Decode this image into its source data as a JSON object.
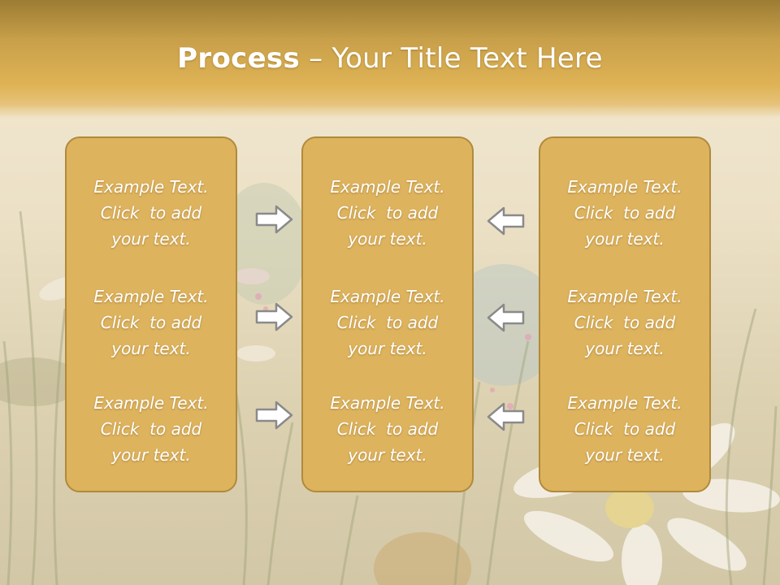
{
  "slide": {
    "title_bold": "Process",
    "title_rest": " – Your Title Text Here",
    "colors": {
      "header": "#dfb355",
      "box_fill": "#deb35e",
      "box_border": "#b08a3c",
      "text": "#ffffff",
      "arrow": "#8a8a8a"
    },
    "columns": [
      {
        "items": [
          {
            "l1": "Example Text.",
            "l2": "Click  to add",
            "l3": "your text."
          },
          {
            "l1": "Example Text.",
            "l2": "Click  to add",
            "l3": "your text."
          },
          {
            "l1": "Example Text.",
            "l2": "Click  to add",
            "l3": "your text."
          }
        ]
      },
      {
        "items": [
          {
            "l1": "Example Text.",
            "l2": "Click  to add",
            "l3": "your text."
          },
          {
            "l1": "Example Text.",
            "l2": "Click  to add",
            "l3": "your text."
          },
          {
            "l1": "Example Text.",
            "l2": "Click  to add",
            "l3": "your text."
          }
        ]
      },
      {
        "items": [
          {
            "l1": "Example Text.",
            "l2": "Click  to add",
            "l3": "your text."
          },
          {
            "l1": "Example Text.",
            "l2": "Click  to add",
            "l3": "your text."
          },
          {
            "l1": "Example Text.",
            "l2": "Click  to add",
            "l3": "your text."
          }
        ]
      }
    ],
    "arrows": {
      "left_side": "right-arrow-icon",
      "right_side": "left-arrow-icon"
    }
  }
}
